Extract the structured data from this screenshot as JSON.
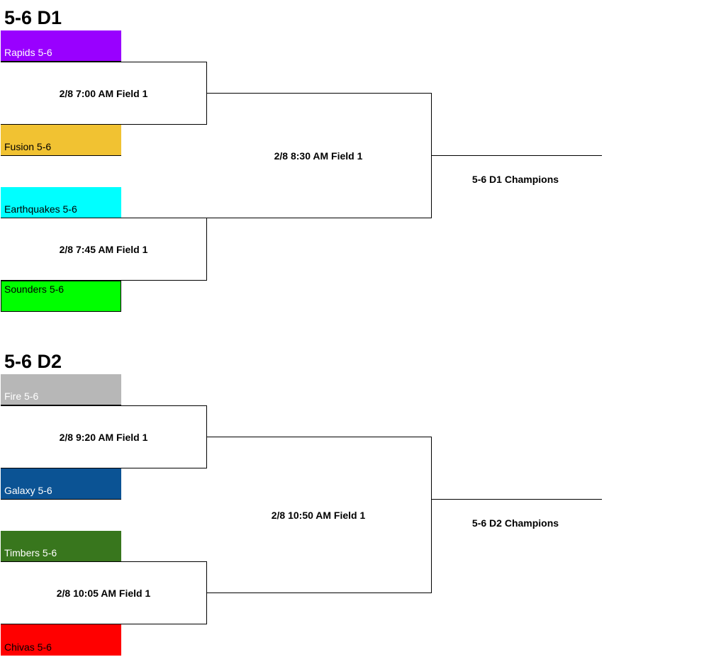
{
  "brackets": [
    {
      "title": "5-6 D1",
      "teams": [
        {
          "label": "Rapids 5-6",
          "color": "#9900ff",
          "text_color": "#ffffff"
        },
        {
          "label": "Fusion 5-6",
          "color": "#f1c232",
          "text_color": "#000000"
        },
        {
          "label": "Earthquakes 5-6",
          "color": "#00ffff",
          "text_color": "#000000"
        },
        {
          "label": "Sounders 5-6",
          "color": "#00ff00",
          "text_color": "#000000"
        }
      ],
      "games": [
        "2/8 7:00 AM Field 1",
        "2/8 7:45 AM Field 1",
        "2/8 8:30 AM Field 1"
      ],
      "champion": "5-6 D1 Champions"
    },
    {
      "title": "5-6 D2",
      "teams": [
        {
          "label": "Fire 5-6",
          "color": "#b7b7b7",
          "text_color": "#ffffff"
        },
        {
          "label": "Galaxy 5-6",
          "color": "#0b5394",
          "text_color": "#ffffff"
        },
        {
          "label": "Timbers 5-6",
          "color": "#38761d",
          "text_color": "#ffffff"
        },
        {
          "label": "Chivas 5-6",
          "color": "#ff0000",
          "text_color": "#000000"
        }
      ],
      "games": [
        "2/8 9:20 AM Field 1",
        "2/8 10:05 AM Field 1",
        "2/8 10:50 AM Field 1"
      ],
      "champion": "5-6 D2 Champions"
    }
  ]
}
